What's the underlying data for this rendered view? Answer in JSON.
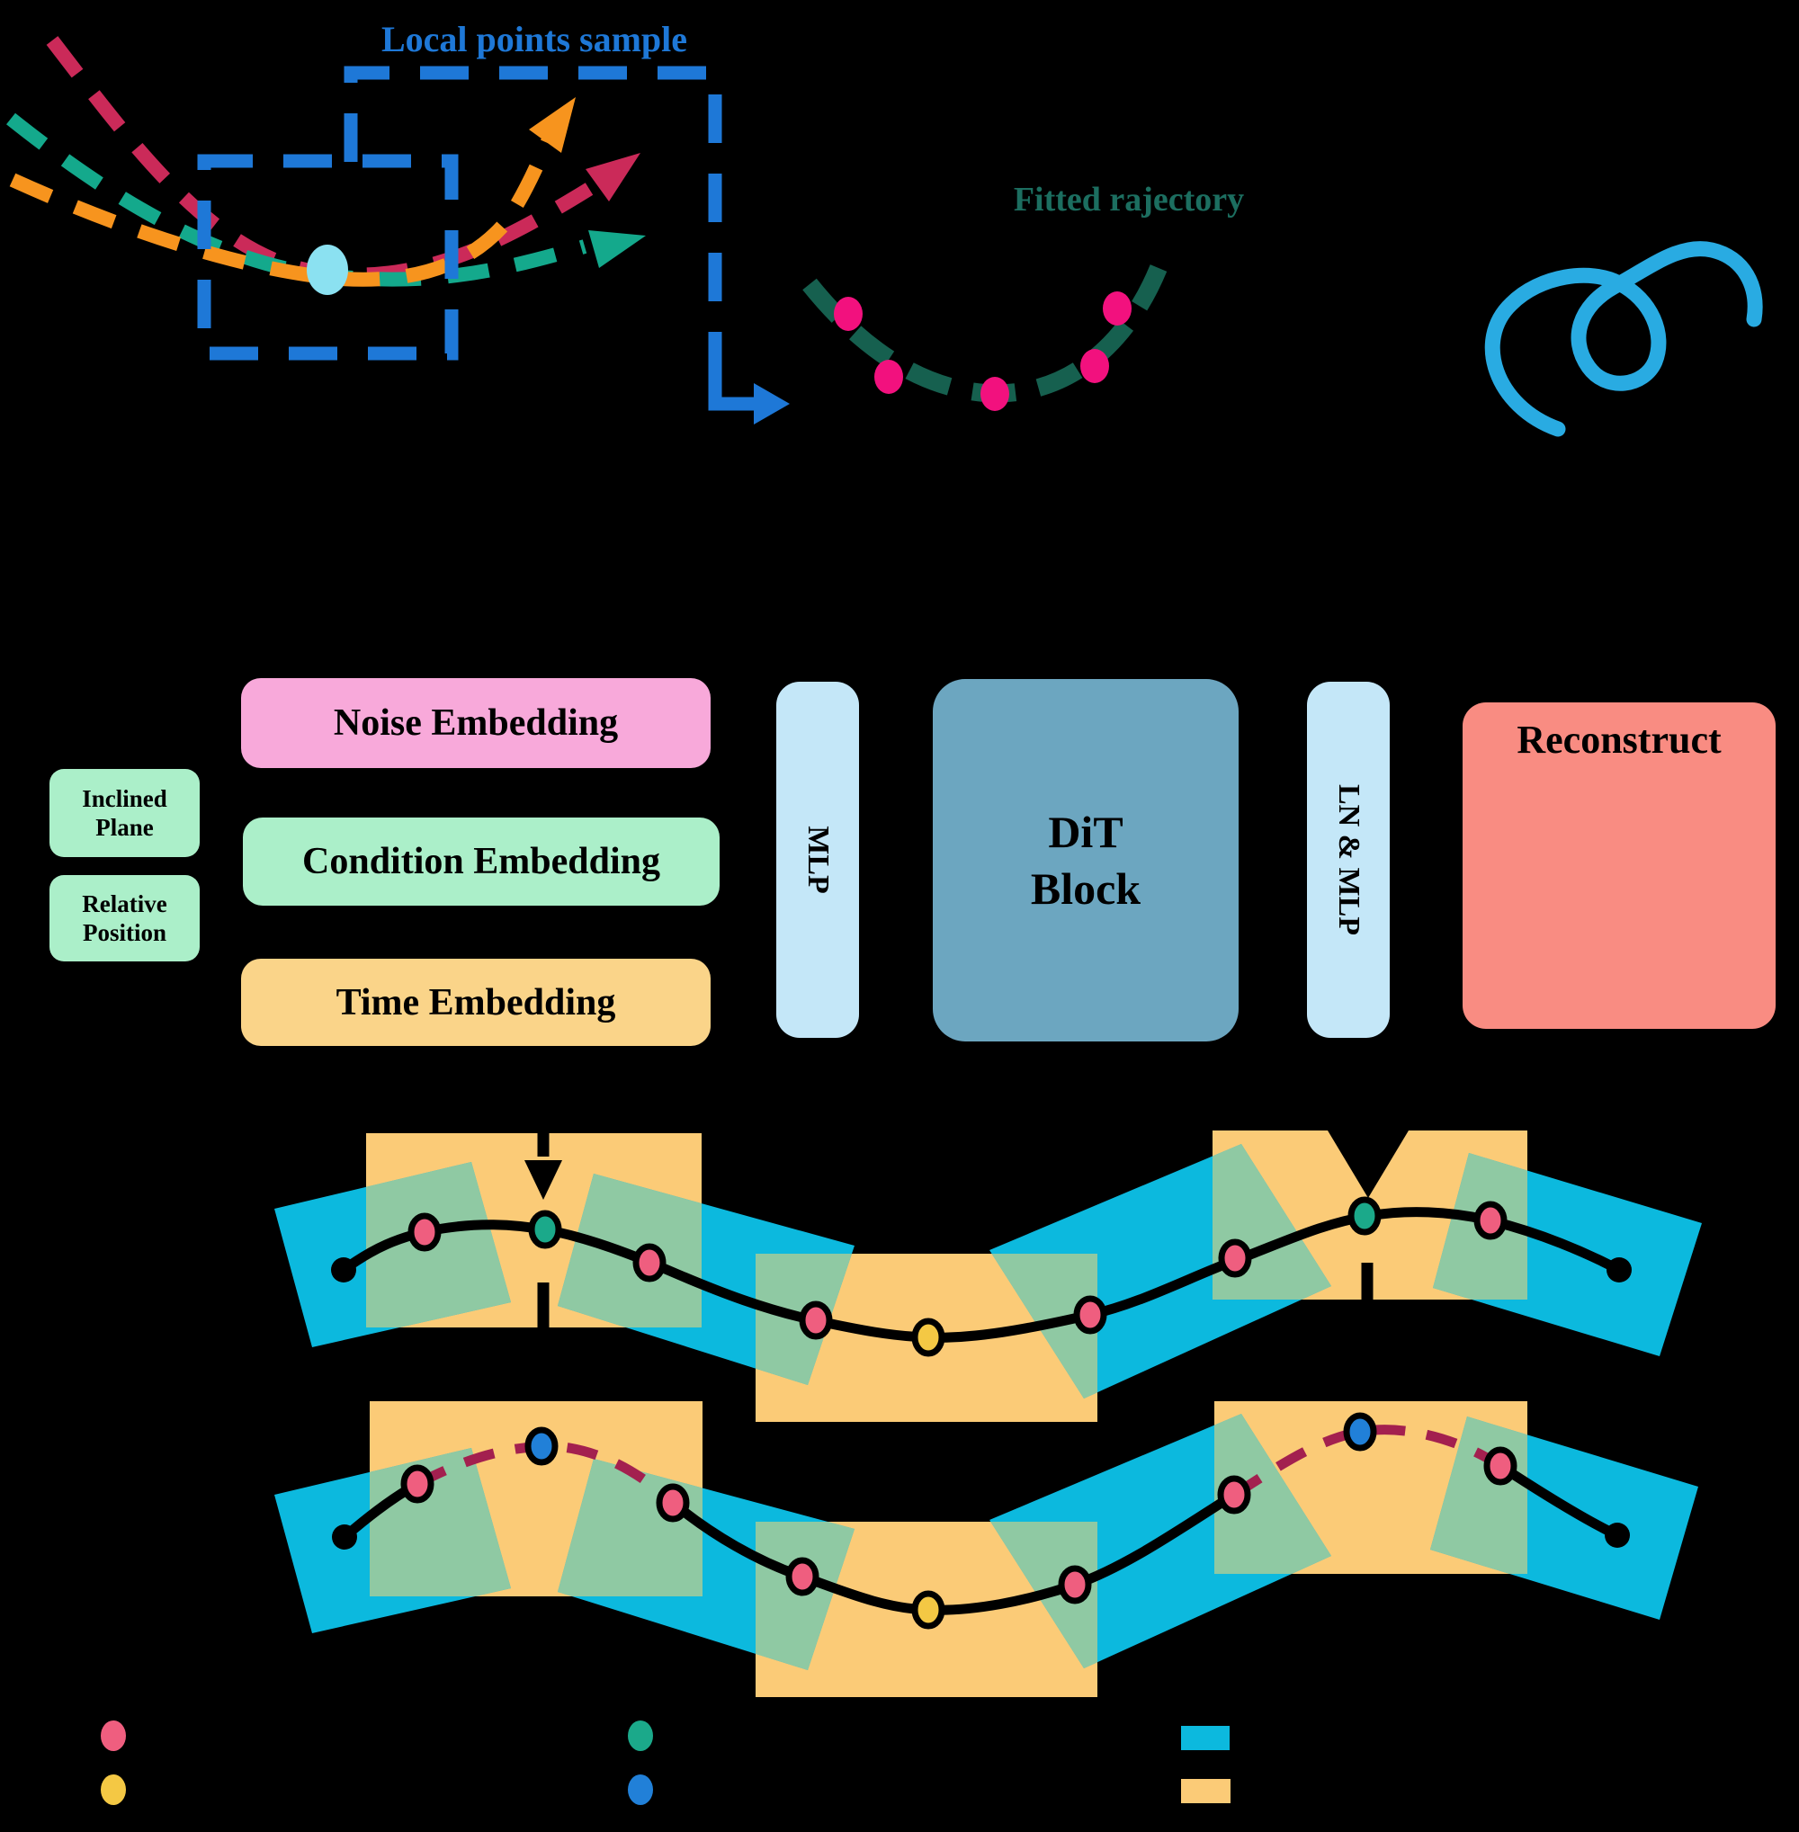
{
  "labels": {
    "local_sample": "Local points sample",
    "fitted": "Fitted rajectory",
    "noise": "Noise Embedding",
    "condition": "Condition Embedding",
    "time": "Time Embedding",
    "inclined": "Inclined Plane",
    "relative": "Relative Position",
    "mlp": "MLP",
    "dit": "DiT Block",
    "ln_mlp": "LN & MLP",
    "reconstruct": "Reconstruct"
  },
  "palette": {
    "blue": "#1E78D7",
    "curl_blue": "#29ABE2",
    "crimson": "#CB2A59",
    "orange": "#F7941E",
    "teal": "#14A98C",
    "cyan_sample_dot": "#8BE1F1",
    "fitted_curve_green": "#16604F",
    "fitted_dot_magenta": "#F2117E",
    "noise_box_pink": "#F8A9DA",
    "condition_box_green": "#ABEFC9",
    "time_box_yellow": "#FAD489",
    "mlp_bar_blue": "#C4E7F8",
    "dit_steel_blue": "#6CA6C0",
    "reconstruct_salmon": "#F98C82",
    "reconstruct_curve_purple": "#9B1168",
    "patch_yellow": "#FBCB77",
    "plane_cyan": "#0CB9DE",
    "overlap_green": "#8FC9A3",
    "waypoint_pink": "#EF5E7F",
    "waypoint_teal": "#1BA98A",
    "waypoint_yellow": "#F4C844",
    "waypoint_blue": "#2180D8",
    "denoise_dash_crimson": "#A3204F"
  }
}
